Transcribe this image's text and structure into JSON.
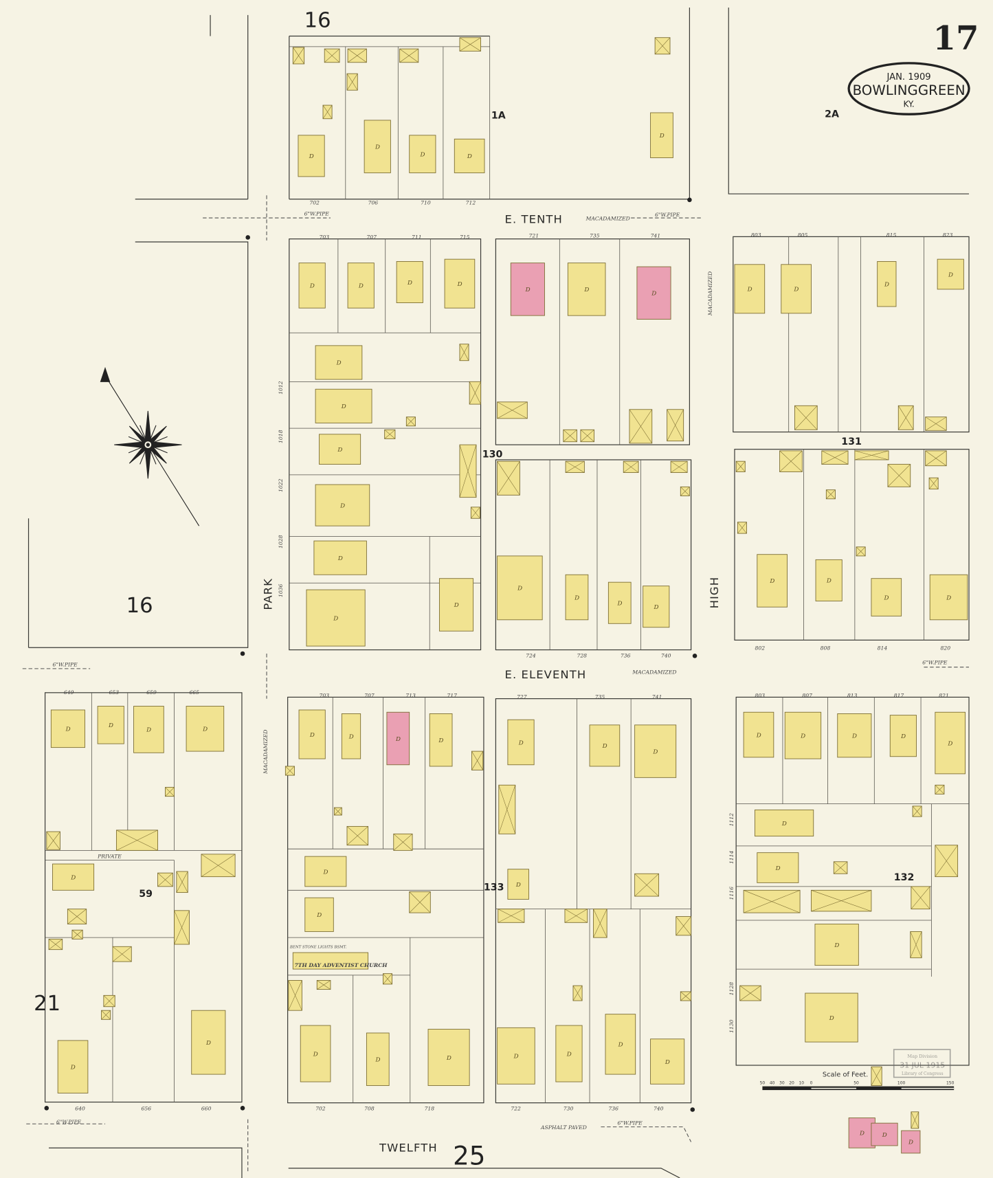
{
  "sheet": {
    "number": "17",
    "cartouche": {
      "date": "JAN. 1909",
      "city": "BOWLINGGREEN",
      "state": "KY."
    }
  },
  "streets": {
    "e_tenth": "E. TENTH",
    "e_eleventh": "E. ELEVENTH",
    "twelfth": "TWELFTH",
    "park": "PARK",
    "high": "HIGH"
  },
  "sheet_refs": [
    "16",
    "2A",
    "16",
    "21",
    "25"
  ],
  "block_numbers": [
    "1A",
    "130",
    "131",
    "133",
    "132",
    "59"
  ],
  "notes": {
    "macadamized": "MACADAMIZED",
    "pipe_6in": "6\"W.PIPE",
    "asphalt": "ASPHALT PAVED",
    "private": "PRIVATE",
    "church": "7TH DAY ADVENTIST CHURCH",
    "church_note": "BENT STONE LIGHTS BSMT."
  },
  "dwelling_mark": "D",
  "house_numbers": [
    "702",
    "706",
    "710",
    "712",
    "703",
    "707",
    "711",
    "715",
    "721",
    "735",
    "741",
    "803",
    "805",
    "815",
    "823",
    "724",
    "728",
    "736",
    "740",
    "802",
    "808",
    "814",
    "820",
    "649",
    "653",
    "659",
    "665",
    "703",
    "707",
    "713",
    "717",
    "727",
    "735",
    "741",
    "803",
    "807",
    "813",
    "817",
    "821",
    "640",
    "656",
    "660",
    "702",
    "708",
    "718",
    "722",
    "730",
    "736",
    "740",
    "1012",
    "1018",
    "1022",
    "1028",
    "1036",
    "1112",
    "1114",
    "1116",
    "1128",
    "1130"
  ],
  "scale": {
    "title": "Scale of Feet.",
    "ticks": [
      "50",
      "40",
      "30",
      "20",
      "10",
      "0",
      "50",
      "100",
      "150"
    ]
  },
  "stamp": {
    "line1": "Map Division",
    "line2": "31 JUL 1915",
    "line3": "Library of Congress"
  },
  "colors": {
    "paper": "#f6f3e4",
    "frame": "#f0e28a",
    "brick": "#e99aae"
  }
}
